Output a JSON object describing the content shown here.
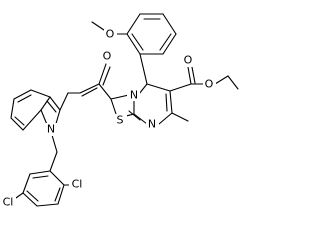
{
  "molecule": {
    "atoms": {
      "methoxy_o": "O",
      "methoxy_c": "",
      "ester_o_carbonyl": "O",
      "ester_o_ether": "O",
      "ketone_o": "O",
      "ring_s": "S",
      "ring_n_fused": "N",
      "ring_n_imine": "N",
      "indole_n": "N",
      "cl_ortho": "Cl",
      "cl_para": "Cl"
    }
  }
}
